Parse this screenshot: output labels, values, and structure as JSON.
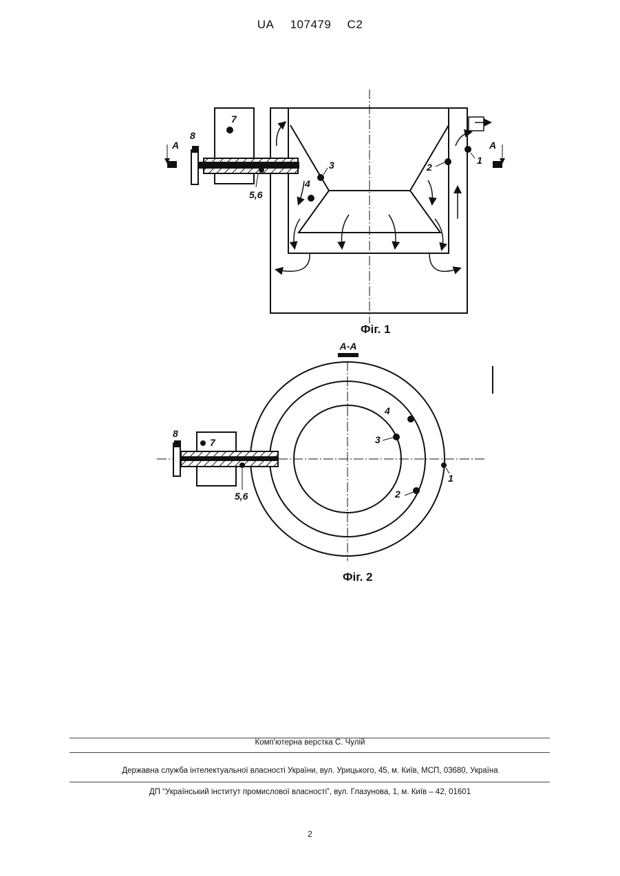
{
  "header": {
    "country": "UA",
    "number": "107479",
    "kind": "C2"
  },
  "figure1": {
    "caption": "Фіг. 1",
    "labels": {
      "l1": "1",
      "l2": "2",
      "l3": "3",
      "l4": "4",
      "l56": "5,6",
      "l7": "7",
      "l8": "8",
      "secA_left": "A",
      "secA_right": "A"
    }
  },
  "figure2": {
    "caption": "Фіг. 2",
    "section": "A-A",
    "labels": {
      "l1": "1",
      "l2": "2",
      "l3": "3",
      "l4": "4",
      "l56": "5,6",
      "l7": "7",
      "l8": "8"
    }
  },
  "footer": {
    "line1": "Комп'ютерна верстка С. Чулій",
    "line2": "Державна служба інтелектуальної власності України, вул. Урицького, 45, м. Київ, МСП, 03680, Україна",
    "line3": "ДП “Український інститут промислової власності”, вул. Глазунова, 1, м. Київ – 42, 01601"
  },
  "page_number": "2"
}
